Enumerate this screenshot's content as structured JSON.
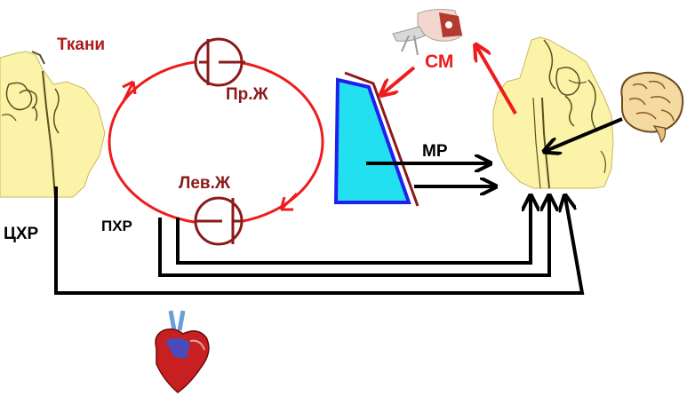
{
  "labels": {
    "tissues": "Ткани",
    "right_ventricle": "Пр.Ж",
    "left_ventricle": "Лев.Ж",
    "sm": "СМ",
    "mr": "МР",
    "chr": "ЦХР",
    "phr": "ПХР"
  },
  "colors": {
    "circulation": "#ee1c1c",
    "ventricle": "#8b1a1a",
    "tissues_label": "#b01818",
    "sm_label": "#ee1c1c",
    "loops": "#000000",
    "brainstem": "#fbf3a8",
    "outline": "#5a5020",
    "muscle_fill": "#22e0f0",
    "muscle_edge": "#2020ee",
    "muscle_sheath": "#8b1a1a"
  },
  "icons": {
    "brain": "brain-icon",
    "heart": "heart-icon",
    "smooth_muscle": "smooth-muscle-icon"
  }
}
